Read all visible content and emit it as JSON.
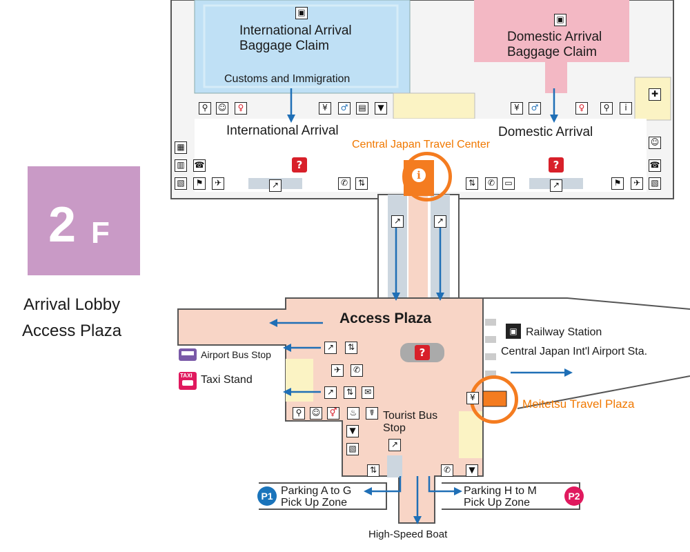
{
  "floor": {
    "number": "2",
    "suffix": "F",
    "area_line1": "Arrival Lobby",
    "area_line2": "Access Plaza"
  },
  "labels": {
    "intl_claim_1": "International Arrival",
    "intl_claim_2": "Baggage Claim",
    "dom_claim_1": "Domestic Arrival",
    "dom_claim_2": "Baggage Claim",
    "customs": "Customs and Immigration",
    "intl_arrival": "International Arrival",
    "dom_arrival": "Domestic Arrival",
    "travel_center": "Central Japan Travel Center",
    "access_plaza": "Access Plaza",
    "railway": "Railway Station",
    "airport_sta": "Central Japan Int'l Airport Sta.",
    "meitetsu": "Meitetsu Travel Plaza",
    "bus_stop": "Airport Bus Stop",
    "taxi": "Taxi Stand",
    "tourist_bus_1": "Tourist Bus",
    "tourist_bus_2": "Stop",
    "parking_ag_1": "Parking A to G",
    "parking_ag_2": "Pick Up Zone",
    "parking_hm_1": "Parking H to M",
    "parking_hm_2": "Pick Up Zone",
    "boat": "High-Speed Boat",
    "p1": "P1",
    "p2": "P2",
    "taxi_badge": "TAXI",
    "info_glyph": "i",
    "question_glyph": "?"
  },
  "colors": {
    "intl_zone": "#bfe0f5",
    "dom_zone": "#f3b8c4",
    "plaza": "#f8d5c6",
    "corridor": "#f8f8f8",
    "yellow": "#fbf3c4",
    "arrow": "#1f6fb6",
    "highlight": "#f47c20",
    "floor_badge": "#c99ac6",
    "p1": "#1a74bb",
    "p2": "#e0195e"
  }
}
